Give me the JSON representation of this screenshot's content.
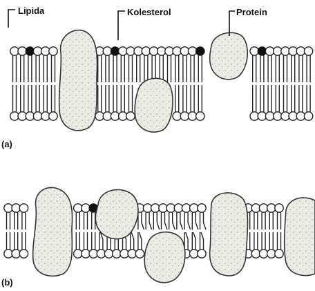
{
  "labels": {
    "lipid": "Lipida",
    "cholesterol": "Kolesterol",
    "protein": "Protein"
  },
  "panels": {
    "a": "(a)",
    "b": "(b)"
  },
  "colors": {
    "protein_fill": "#ecece6",
    "head_fill": "#ffffff",
    "cholesterol": "#111111",
    "ink": "#222222"
  }
}
